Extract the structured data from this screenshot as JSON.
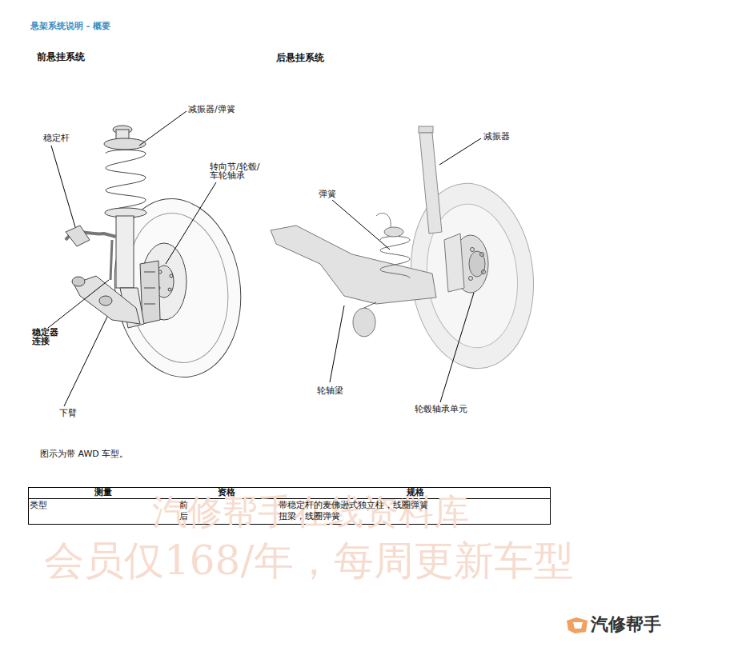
{
  "diagram": {
    "title": "悬架系统说明 - 概要",
    "caption": "图示为带 AWD 车型。",
    "labels": [
      "前悬挂系统",
      "后悬挂系统",
      "减振器/弹簧",
      "稳定杆",
      "转向节/轮毂/ 车轮轴承",
      "稳定器 连接",
      "下臂",
      "减振器",
      "弹簧",
      "轮轴梁",
      "轮毂轴承单元",
      "测量",
      "资格",
      "规格",
      "类型",
      "前",
      "带稳定杆的麦佛逊式独立柱，线圈弹簧",
      "后",
      "扭梁，线圈弹簧",
      "汽修帮手在线资料库",
      "会员仅168/年，每周更新车型",
      "汽修帮手"
    ]
  }
}
